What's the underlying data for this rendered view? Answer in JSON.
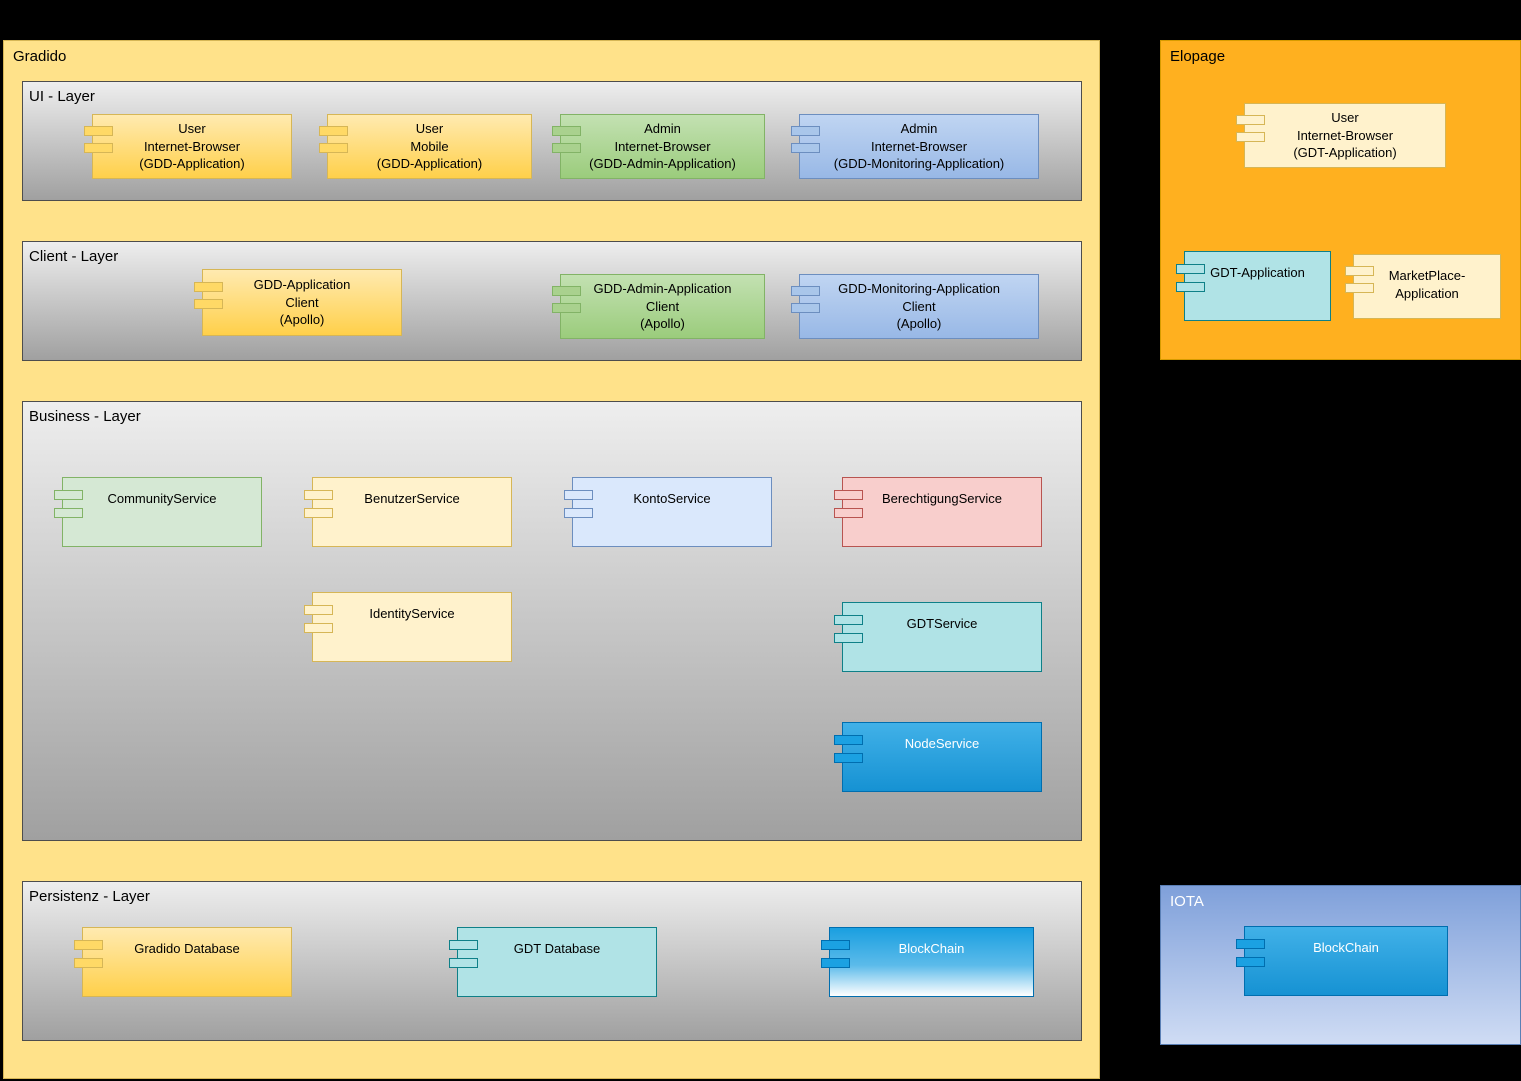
{
  "containers": {
    "gradido": {
      "label": "Gradido"
    },
    "elopage": {
      "label": "Elopage"
    },
    "iota": {
      "label": "IOTA"
    }
  },
  "layers": {
    "ui": {
      "label": "UI - Layer"
    },
    "client": {
      "label": "Client - Layer"
    },
    "business": {
      "label": "Business - Layer"
    },
    "persistenz": {
      "label": "Persistenz - Layer"
    }
  },
  "components": {
    "ui": [
      {
        "label": "User\nInternet-Browser\n(GDD-Application)"
      },
      {
        "label": "User\nMobile\n(GDD-Application)"
      },
      {
        "label": "Admin\nInternet-Browser\n(GDD-Admin-Application)"
      },
      {
        "label": "Admin\nInternet-Browser\n(GDD-Monitoring-Application)"
      }
    ],
    "client": [
      {
        "label": "GDD-Application\nClient\n(Apollo)"
      },
      {
        "label": "GDD-Admin-Application\nClient\n(Apollo)"
      },
      {
        "label": "GDD-Monitoring-Application\nClient\n(Apollo)"
      }
    ],
    "business": [
      {
        "label": "CommunityService"
      },
      {
        "label": "BenutzerService"
      },
      {
        "label": "KontoService"
      },
      {
        "label": "BerechtigungService"
      },
      {
        "label": "IdentityService"
      },
      {
        "label": "GDTService"
      },
      {
        "label": "NodeService"
      }
    ],
    "persistenz": [
      {
        "label": "Gradido Database"
      },
      {
        "label": "GDT Database"
      },
      {
        "label": "BlockChain"
      }
    ],
    "elopage": [
      {
        "label": "User\nInternet-Browser\n(GDT-Application)"
      },
      {
        "label": "GDT-Application"
      },
      {
        "label": "MarketPlace-\nApplication"
      }
    ],
    "iota": [
      {
        "label": "BlockChain"
      }
    ]
  },
  "colors": {
    "background": "#000000",
    "gradido_fill": "#FFE28A",
    "elopage_fill": "#FFB01F",
    "iota_gradient_top": "#7FA0DA",
    "iota_gradient_bottom": "#CFDCF4",
    "layer_gradient_top": "#EEEEEE",
    "layer_gradient_bottom": "#A0A0A0",
    "yellow": "#FFD966",
    "light_yellow": "#FFF2CC",
    "green": "#A9D18E",
    "light_green": "#D5E8D4",
    "blue": "#A9C6EA",
    "light_blue": "#DAE8FC",
    "pink": "#F8CECC",
    "teal": "#B0E3E6",
    "bright_blue": "#1BA1E2"
  }
}
